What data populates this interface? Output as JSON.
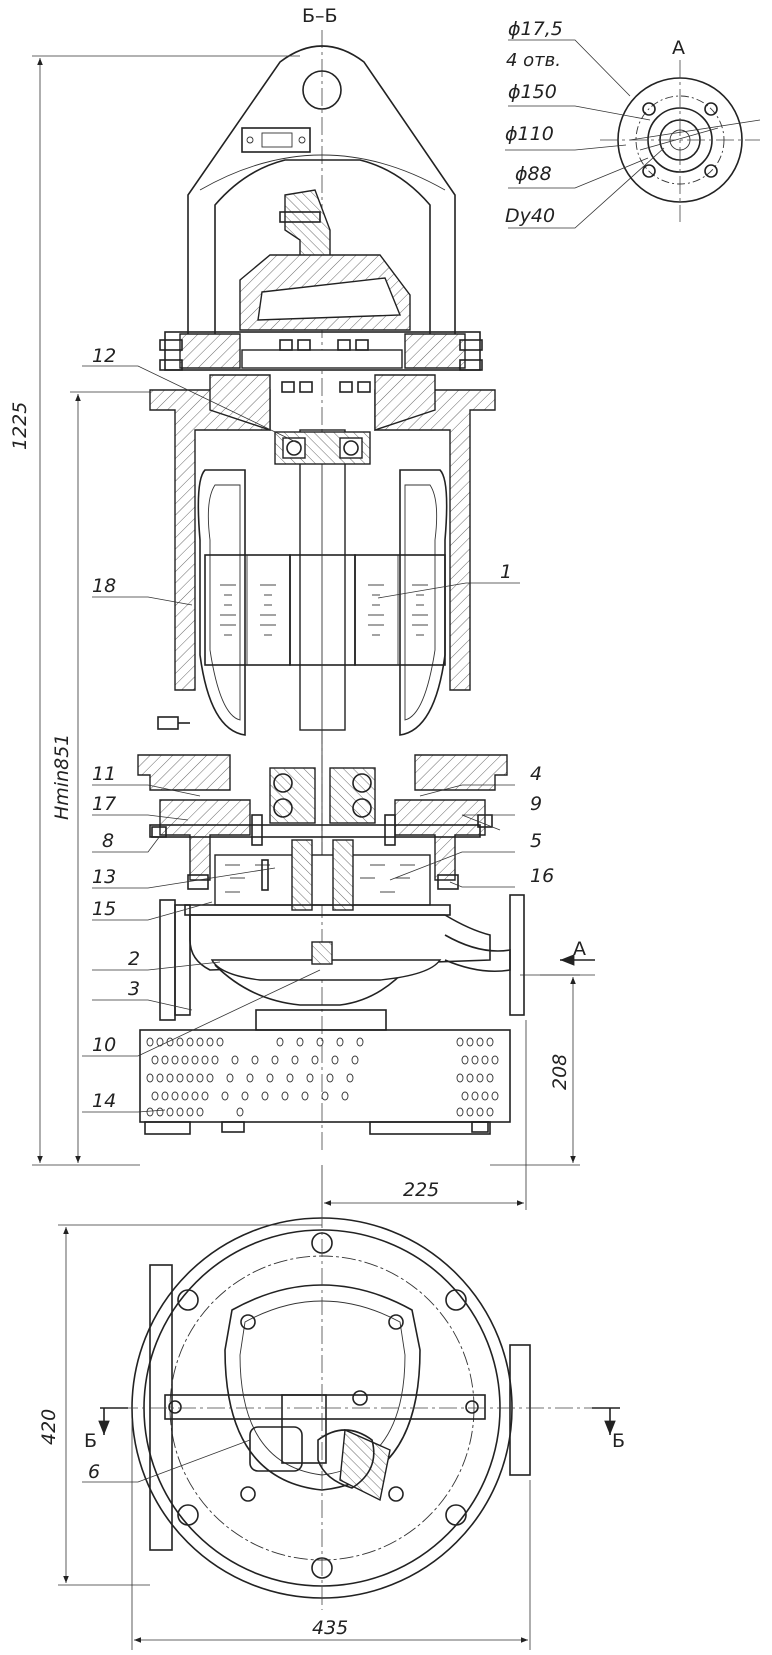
{
  "section_title": "Б–Б",
  "view_title": "А",
  "flange_dims": [
    "ϕ17,5",
    "4 отв.",
    "ϕ150",
    "ϕ110",
    "ϕ88",
    "Dy40"
  ],
  "dimensions": {
    "overall_height": "1225",
    "min_depth": "Hmin851",
    "outlet_height": "208",
    "outlet_offset": "225",
    "plan_depth": "420",
    "plan_width": "435"
  },
  "section_marks": {
    "arrow_a": "А",
    "cut_left": "Б",
    "cut_right": "Б"
  },
  "part_numbers": {
    "p1": "1",
    "p2": "2",
    "p3": "3",
    "p4": "4",
    "p5": "5",
    "p6": "6",
    "p8": "8",
    "p9": "9",
    "p10": "10",
    "p11": "11",
    "p12": "12",
    "p13": "13",
    "p14": "14",
    "p15": "15",
    "p16": "16",
    "p17": "17",
    "p18": "18"
  }
}
